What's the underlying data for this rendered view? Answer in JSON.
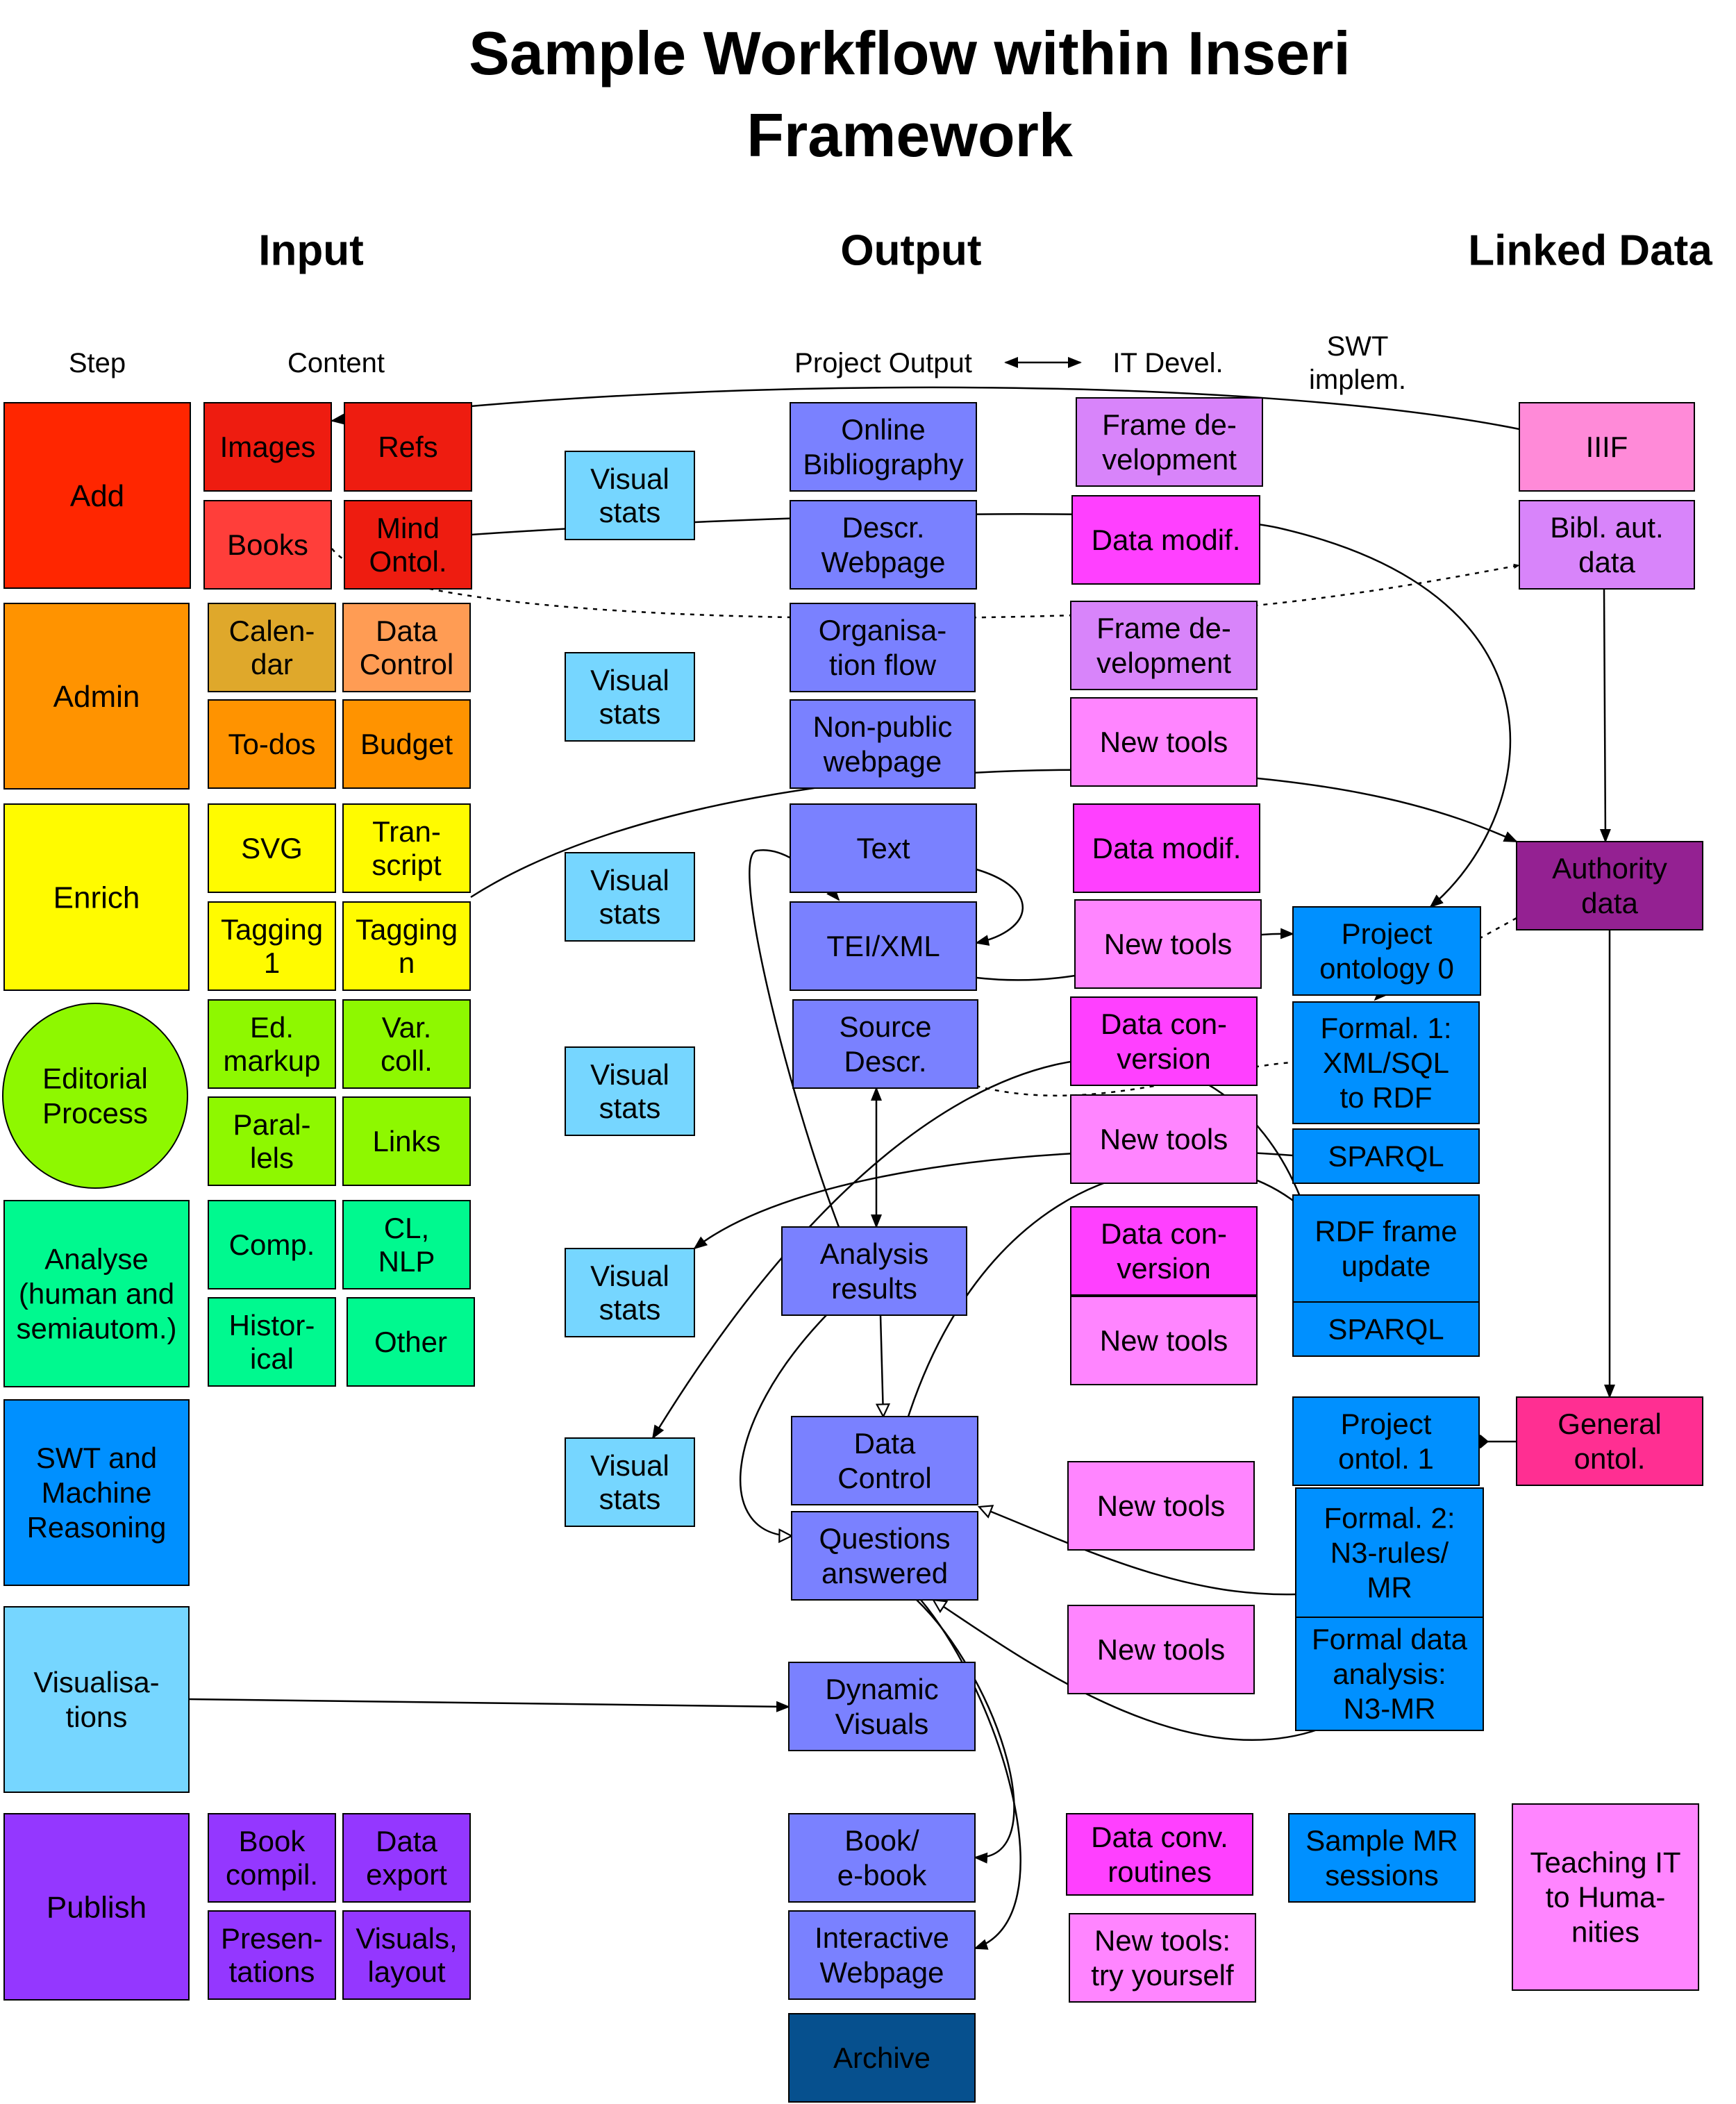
{
  "title": [
    "Sample Workflow within Inseri",
    "Framework"
  ],
  "section_headers": {
    "input": "Input",
    "output": "Output",
    "linked": "Linked  Data"
  },
  "column_headers": {
    "step": "Step",
    "content": "Content",
    "project_output": "Project Output",
    "it_devel": "IT Devel.",
    "swt": [
      "SWT",
      "implem."
    ]
  },
  "colors": {
    "add": "#ff2600",
    "add_dark": "#ee1c10",
    "books": "#ff3e3a",
    "admin": "#ff9300",
    "calendar": "#dfa82b",
    "data_control_orange": "#ff9c54",
    "enrich": "#fffb00",
    "editorial": "#8ef800",
    "analyse": "#00f98f",
    "swt": "#0090ff",
    "visualisations": "#76d6ff",
    "publish": "#9437ff",
    "output_blue": "#7a81ff",
    "archive": "#06508e",
    "purple_light": "#d884fa",
    "magenta": "#ff40ff",
    "pink_light": "#ff85ff",
    "iiif": "#ff8ad8",
    "authority": "#942192",
    "general": "#ff2f92",
    "teaching": "#ff85ff"
  },
  "steps": {
    "add": "Add",
    "admin": "Admin",
    "enrich": "Enrich",
    "editorial": [
      "Editorial",
      "Process"
    ],
    "analyse": [
      "Analyse",
      "(human and",
      "semiautom.)"
    ],
    "swt": [
      "SWT and",
      "Machine",
      "Reasoning"
    ],
    "visualisations": [
      "Visualisa-",
      "tions"
    ],
    "publish": "Publish"
  },
  "content": {
    "images": "Images",
    "refs": "Refs",
    "books": "Books",
    "mind_ontol": [
      "Mind",
      "Ontol."
    ],
    "calendar": [
      "Calen-",
      "dar"
    ],
    "data_control": [
      "Data",
      "Control"
    ],
    "todos": "To-dos",
    "budget": "Budget",
    "svg": "SVG",
    "transcript": [
      "Tran-",
      "script"
    ],
    "tagging1": [
      "Tagging",
      "1"
    ],
    "taggingn": [
      "Tagging",
      "n"
    ],
    "ed_markup": [
      "Ed.",
      "markup"
    ],
    "var_coll": [
      "Var.",
      "coll."
    ],
    "parallels": [
      "Paral-",
      "lels"
    ],
    "links": "Links",
    "comp": "Comp.",
    "cl_nlp": [
      "CL,",
      "NLP"
    ],
    "historical": [
      "Histor-",
      "ical"
    ],
    "other": "Other",
    "book_compil": [
      "Book",
      "compil."
    ],
    "data_export": [
      "Data",
      "export"
    ],
    "presentations": [
      "Presen-",
      "tations"
    ],
    "visuals_layout": [
      "Visuals,",
      "layout"
    ]
  },
  "visual_stats": [
    "Visual",
    "stats"
  ],
  "outputs": {
    "online_bib": [
      "Online",
      "Bibliography"
    ],
    "descr_webpage": [
      "Descr.",
      "Webpage"
    ],
    "org_flow": [
      "Organisa-",
      "tion flow"
    ],
    "nonpublic": [
      "Non-public",
      "webpage"
    ],
    "text": "Text",
    "tei": "TEI/XML",
    "source_descr": [
      "Source",
      "Descr."
    ],
    "analysis_results": [
      "Analysis",
      "results"
    ],
    "data_control": [
      "Data",
      "Control"
    ],
    "questions": [
      "Questions",
      "answered"
    ],
    "dynamic_visuals": [
      "Dynamic",
      "Visuals"
    ],
    "book_ebook": [
      "Book/",
      "e-book"
    ],
    "interactive": [
      "Interactive",
      "Webpage"
    ],
    "archive": "Archive"
  },
  "it_devel": {
    "frame_dev": [
      "Frame de-",
      "velopment"
    ],
    "data_modif": "Data modif.",
    "new_tools": "New tools",
    "data_conversion": [
      "Data con-",
      "version"
    ],
    "data_conv_routines": [
      "Data conv.",
      "routines"
    ],
    "new_tools_try": [
      "New tools:",
      "try yourself"
    ]
  },
  "swt_impl": {
    "project_ontology0": [
      "Project",
      "ontology 0"
    ],
    "formal1": [
      "Formal. 1:",
      "XML/SQL",
      "to RDF"
    ],
    "sparql": "SPARQL",
    "rdf_update": [
      "RDF frame",
      "update"
    ],
    "project_ontol1": [
      "Project",
      "ontol.  1"
    ],
    "formal2": [
      "Formal. 2:",
      "N3-rules/",
      "MR"
    ],
    "formal_data": [
      "Formal data",
      "analysis:",
      "N3-MR"
    ],
    "sample_mr": [
      "Sample MR",
      "sessions"
    ]
  },
  "linked_data": {
    "iiif": "IIIF",
    "bibl_aut": [
      "Bibl. aut.",
      "data"
    ],
    "authority": [
      "Authority",
      "data"
    ],
    "general_ontol": [
      "General",
      "ontol."
    ],
    "teaching": [
      "Teaching IT",
      "to Huma-",
      "nities"
    ]
  }
}
